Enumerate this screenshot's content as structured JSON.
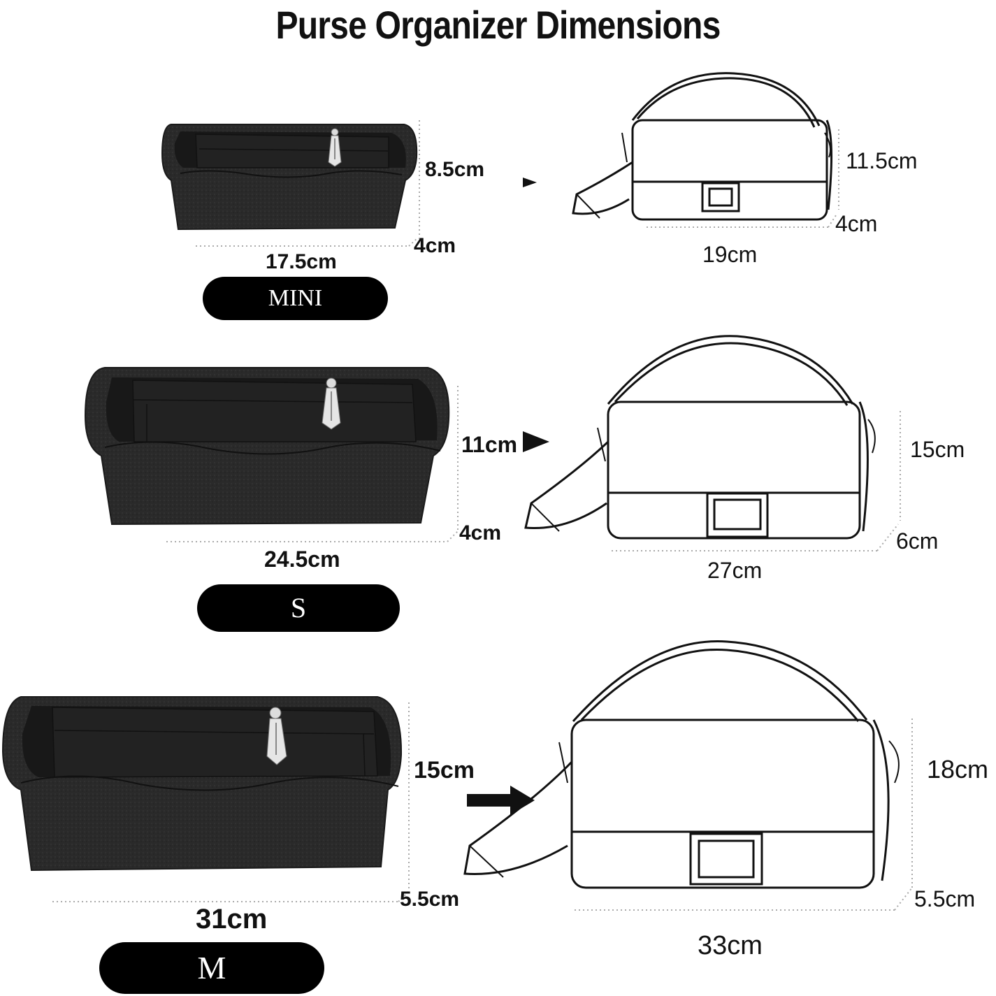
{
  "title": "Purse Organizer Dimensions",
  "colors": {
    "felt": "#2b2b2b",
    "felt_dark": "#1c1c1c",
    "pill": "#000000",
    "line": "#111111",
    "dots": "#aaaaaa"
  },
  "sizes": [
    {
      "name": "MINI",
      "organizer": {
        "height": "8.5cm",
        "depth": "4cm",
        "width": "17.5cm"
      },
      "bag": {
        "height": "11.5cm",
        "depth": "4cm",
        "width": "19cm"
      }
    },
    {
      "name": "S",
      "organizer": {
        "height": "11cm",
        "depth": "4cm",
        "width": "24.5cm"
      },
      "bag": {
        "height": "15cm",
        "depth": "6cm",
        "width": "27cm"
      }
    },
    {
      "name": "M",
      "organizer": {
        "height": "15cm",
        "depth": "5.5cm",
        "width": "31cm"
      },
      "bag": {
        "height": "18cm",
        "depth": "5.5cm",
        "width": "33cm"
      }
    }
  ],
  "icons": [
    "arrow-right-icon",
    "zipper-pull-icon"
  ]
}
